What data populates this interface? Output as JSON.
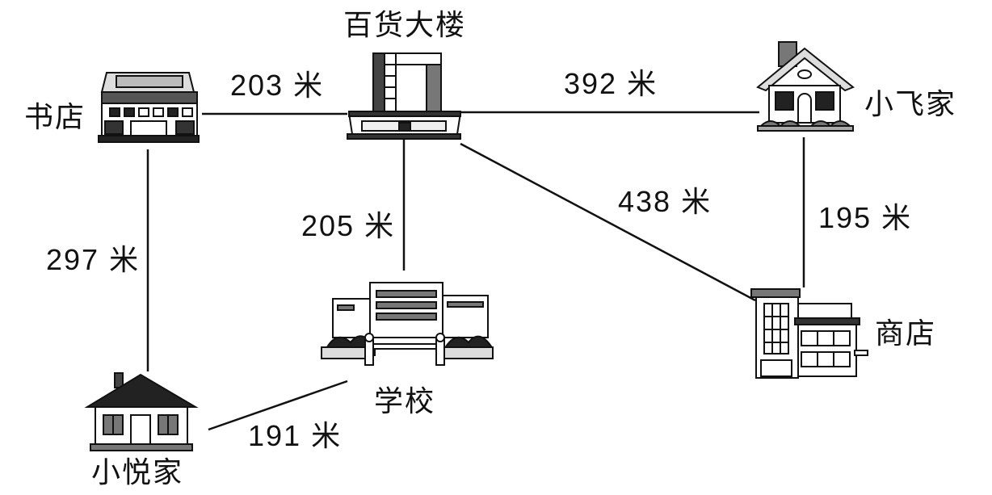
{
  "places": {
    "department_store": "百货大楼",
    "bookstore": "书店",
    "xiaofei_home": "小飞家",
    "school": "学校",
    "shop": "商店",
    "xiaoyue_home": "小悦家"
  },
  "distances": {
    "bookstore_to_department_store": "203 米",
    "department_store_to_xiaofei_home": "392 米",
    "department_store_to_school": "205 米",
    "department_store_to_shop": "438 米",
    "xiaofei_home_to_shop": "195 米",
    "bookstore_to_xiaoyue_home": "297 米",
    "xiaoyue_home_to_school": "191 米"
  },
  "colors": {
    "line": "#111111",
    "fill": "#ffffff",
    "dark": "#222222",
    "gray": "#8a8a8a"
  }
}
